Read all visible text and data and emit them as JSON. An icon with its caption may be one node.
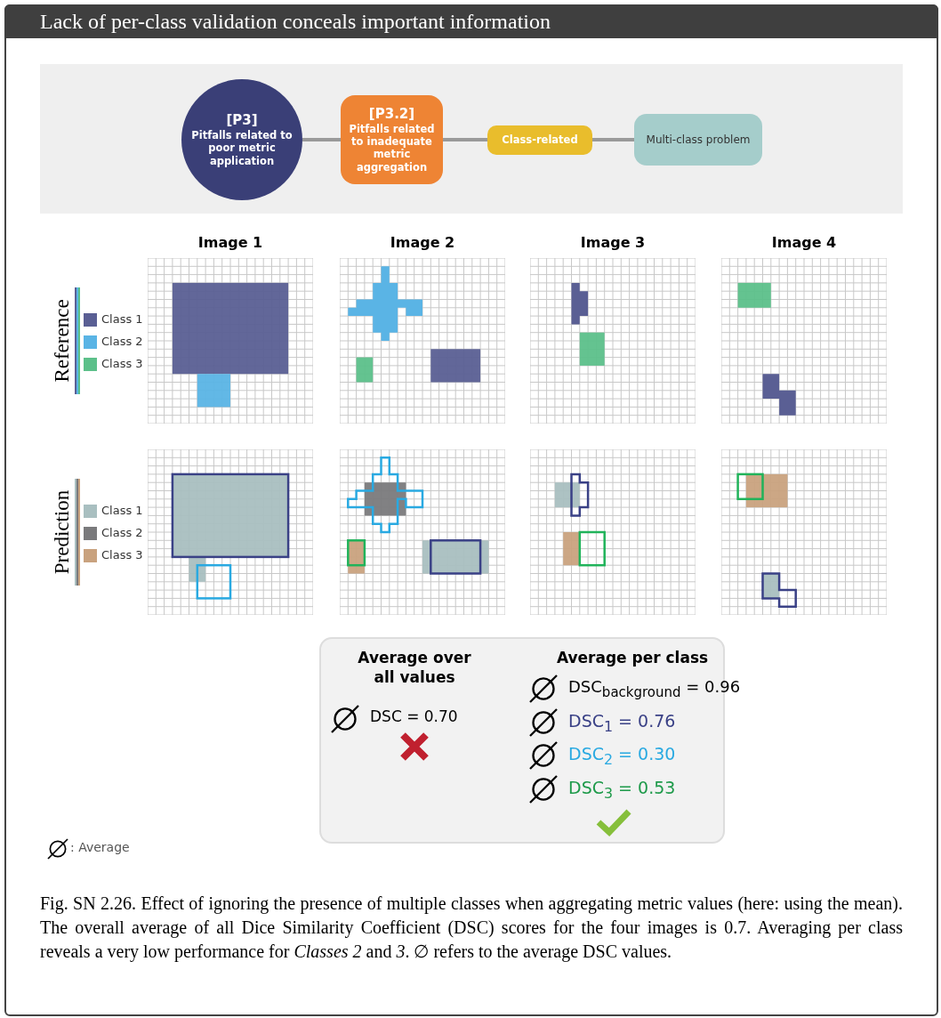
{
  "diagram": {
    "title": "Lack of per-class validation conceals important information",
    "caption": "Fig. SN 2.26. Effect of ignoring the presence of multiple classes when aggregating metric values (here: using the mean). The overall average of all Dice Similarity Coefficient (DSC) scores for the four images is 0.7. Averaging per class reveals a very low performance for *Classes 2* and *3*. ∅ refers to the average DSC values.",
    "nodes": [
      {
        "text": [
          "[P3]",
          "Pitfalls related to poor metric application"
        ]
      },
      {
        "text": [
          "[P3.2]",
          "Pitfalls related to inadequate metric aggregation"
        ]
      },
      {
        "text": [
          "Class-related"
        ]
      },
      {
        "text": [
          "Multi-class problem"
        ]
      },
      {
        "text": [
          "Average over all values",
          "DSC = 0.70",
          "Average per class",
          "DSC$_{background}$ = 0.96",
          "DSC$_{1}$ = 0.76",
          "DSC$_{2}$ = 0.30",
          "DSC$_{3}$ = 0.53"
        ]
      }
    ],
    "edges": [
      {
        "from": 0,
        "to": 1,
        "arrow": "none"
      },
      {
        "from": 1,
        "to": 2,
        "arrow": "none"
      },
      {
        "from": 2,
        "to": 3,
        "arrow": "none"
      }
    ],
    "labels": [
      "Image 1",
      "Image 2",
      "Image 3",
      "Image 4",
      "Reference",
      "Prediction",
      ": Average"
    ],
    "legend": [
      {
        "text": "Class 1",
        "color": "#5a5f94"
      },
      {
        "text": "Class 2",
        "color": "#5ab4e5"
      },
      {
        "text": "Class 3",
        "color": "#5cc08a"
      },
      {
        "text": "Class 1",
        "color": "#a9bfc0"
      },
      {
        "text": "Class 2",
        "color": "#7a7a7c"
      },
      {
        "text": "Class 3",
        "color": "#c9a27e"
      }
    ]
  }
}
